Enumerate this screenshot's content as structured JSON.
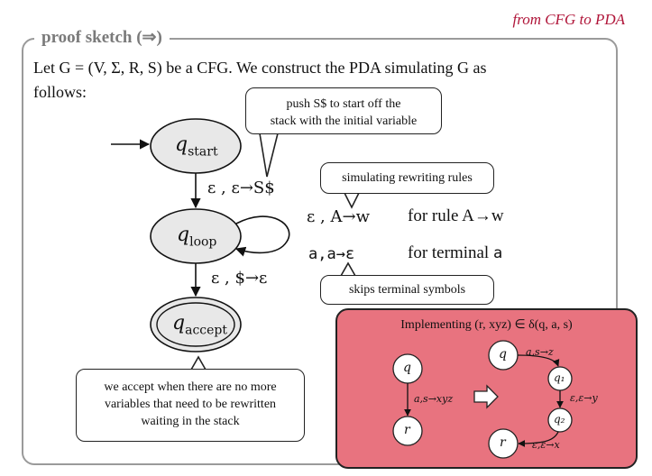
{
  "header_tag": "from CFG to PDA",
  "frame_title": "proof sketch (⇒)",
  "intro": {
    "line1": "Let G = (V, Σ, R, S) be a CFG. We construct the PDA simulating G as",
    "line2": "follows:"
  },
  "states": {
    "start": {
      "name": "q",
      "sub": "start"
    },
    "loop": {
      "name": "q",
      "sub": "loop"
    },
    "accept": {
      "name": "q",
      "sub": "accept"
    }
  },
  "transitions": {
    "start_to_loop": "ε , ε→S$",
    "loop_to_accept": "ε , $→ε"
  },
  "callouts": {
    "push": {
      "line1": "push S$ to start off the",
      "line2": "stack with the initial variable"
    },
    "simulating": "simulating rewriting rules",
    "skips": "skips terminal symbols",
    "accept": {
      "line1": "we accept when there are no more",
      "line2": "variables that need to be rewritten",
      "line3": "waiting in the stack"
    }
  },
  "rules": {
    "rewrite_label": "ε , A→w",
    "rewrite_text": "for rule A→w",
    "terminal_label": "a,a→ε",
    "terminal_text_prefix": "for terminal ",
    "terminal_text_symbol": "a"
  },
  "implementing": {
    "title": "Implementing (r, xyz) ∈ δ(q, a, s)",
    "left_q": "q",
    "left_r": "r",
    "left_edge": "a,s→xyz",
    "right_q": "q",
    "right_q1": "q₁",
    "right_q2": "q₂",
    "right_r": "r",
    "edge_q_q1": "a,s→z",
    "edge_q1_q2": "ε,ε→y",
    "edge_q2_r": "ε,ε→x"
  },
  "colors": {
    "accent": "#b0163a",
    "impl_bg": "#e8737f",
    "state_fill": "#e8e8e8"
  }
}
